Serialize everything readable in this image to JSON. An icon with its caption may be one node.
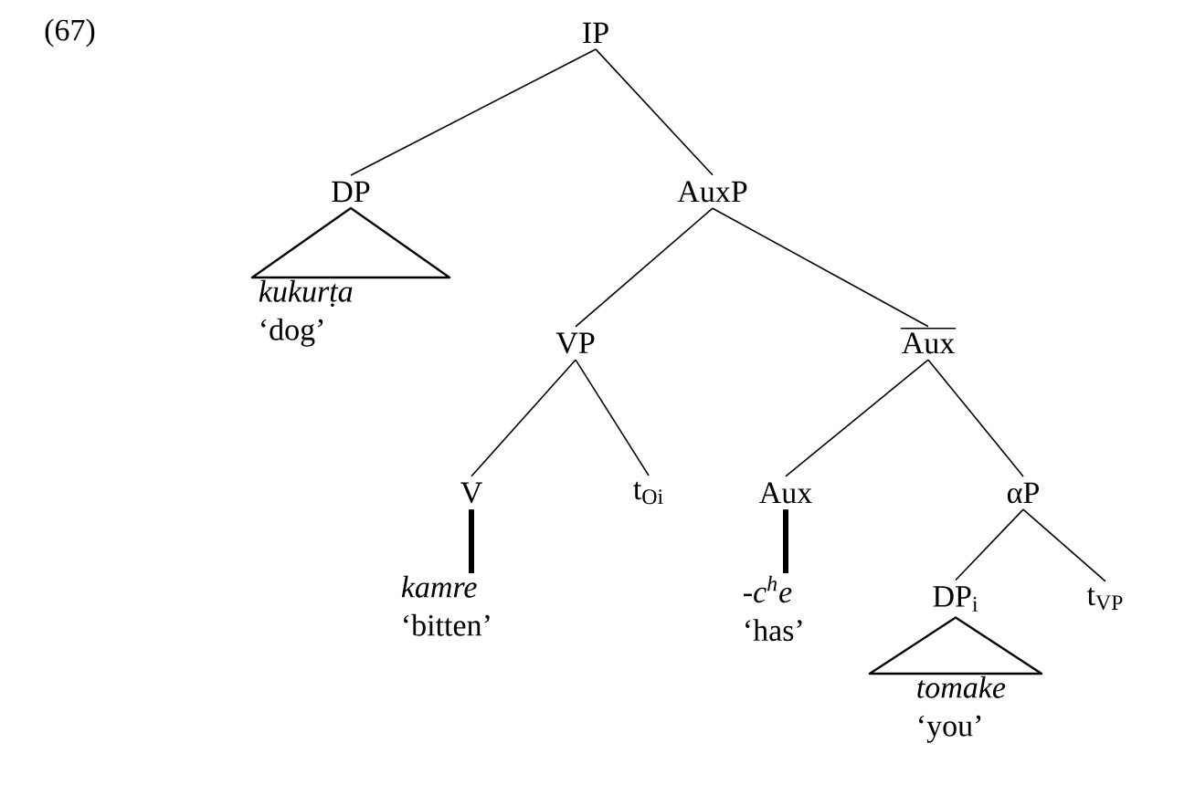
{
  "diagram": {
    "nodes": [
      {
        "text": [
          "IP"
        ]
      },
      {
        "text": [
          "DP"
        ]
      },
      {
        "text": [
          "AuxP"
        ]
      },
      {
        "text": [
          "kukurṭa",
          "‘dog’"
        ]
      },
      {
        "text": [
          "VP"
        ]
      },
      {
        "text": [
          "Aux"
        ]
      },
      {
        "text": [
          "V"
        ]
      },
      {
        "text": [
          "t$_{Oi}$"
        ]
      },
      {
        "text": [
          "Aux"
        ]
      },
      {
        "text": [
          "αP"
        ]
      },
      {
        "text": [
          "kamre",
          "‘bitten’"
        ]
      },
      {
        "text": [
          "-c$^{h}$e",
          "‘has’"
        ]
      },
      {
        "text": [
          "DP$_{i}$"
        ]
      },
      {
        "text": [
          "t$_{VP}$"
        ]
      },
      {
        "text": [
          "tomake",
          "‘you’"
        ]
      }
    ],
    "edges": [
      {
        "from": 0,
        "to": 1,
        "arrow": "none"
      },
      {
        "from": 0,
        "to": 2,
        "arrow": "none"
      },
      {
        "from": 1,
        "to": 3,
        "arrow": "none"
      },
      {
        "from": 2,
        "to": 4,
        "arrow": "none"
      },
      {
        "from": 2,
        "to": 5,
        "arrow": "none"
      },
      {
        "from": 4,
        "to": 6,
        "arrow": "none"
      },
      {
        "from": 4,
        "to": 7,
        "arrow": "none"
      },
      {
        "from": 6,
        "to": 10,
        "arrow": "none",
        "style": "thick"
      },
      {
        "from": 5,
        "to": 8,
        "arrow": "none"
      },
      {
        "from": 5,
        "to": 9,
        "arrow": "none"
      },
      {
        "from": 8,
        "to": 11,
        "arrow": "none",
        "style": "thick"
      },
      {
        "from": 9,
        "to": 12,
        "arrow": "none"
      },
      {
        "from": 9,
        "to": 13,
        "arrow": "none"
      },
      {
        "from": 12,
        "to": 14,
        "arrow": "none"
      }
    ],
    "labels": [
      "(67)"
    ]
  }
}
